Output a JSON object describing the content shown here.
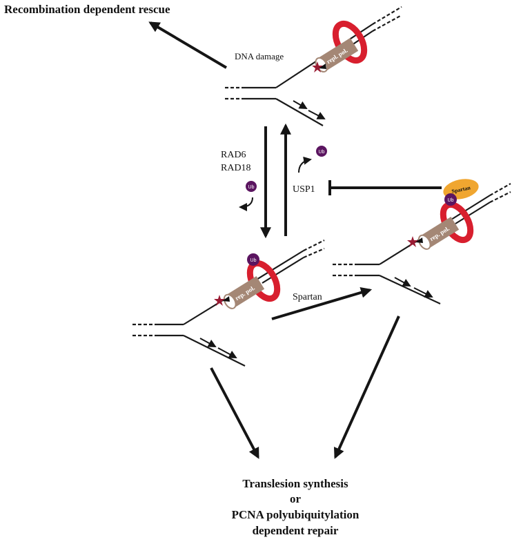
{
  "title_top_left": "Recombination dependent rescue",
  "labels": {
    "dna_damage": "DNA damage",
    "rad6": "RAD6",
    "rad18": "RAD18",
    "usp1": "USP1",
    "spartan_arrow": "Spartan",
    "spartan_protein": "Spartan",
    "ub": "Ub",
    "pol_top": "repl. pol.",
    "pol_mid": "rep. pol.",
    "pol_right": "rep. pol."
  },
  "outcome": {
    "line1": "Translesion synthesis",
    "line2": "or",
    "line3": "PCNA polyubiquitylation",
    "line4": "dependent repair"
  },
  "colors": {
    "pcna_ring": "#d81f2e",
    "polymerase": "#a48775",
    "lesion_star": "#9a1b33",
    "ubiquitin": "#5b1560",
    "spartan": "#f0a630",
    "arrows": "#151515"
  }
}
